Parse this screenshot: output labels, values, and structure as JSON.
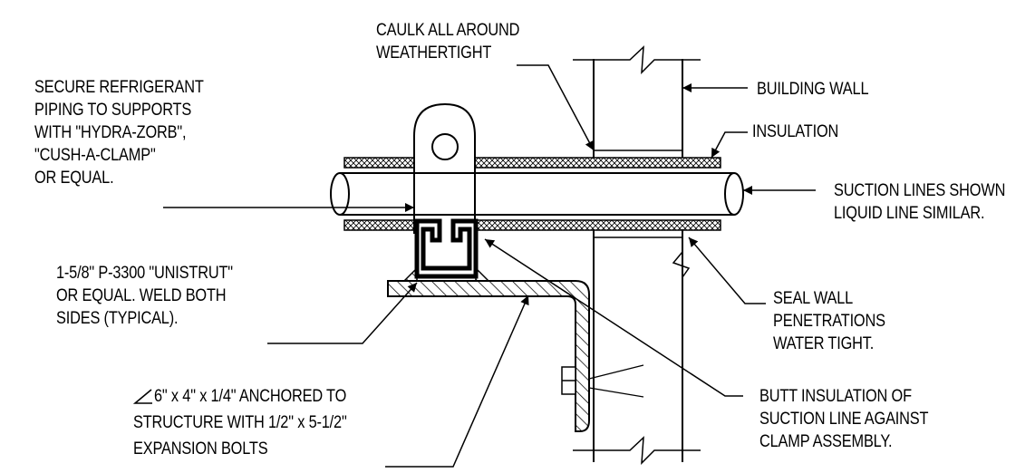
{
  "diagram": {
    "labels": {
      "caulk": [
        "CAULK ALL AROUND",
        "WEATHERTIGHT"
      ],
      "building_wall": [
        "BUILDING WALL"
      ],
      "insulation": [
        "INSULATION"
      ],
      "secure_piping": [
        "SECURE REFRIGERANT",
        "PIPING TO SUPPORTS",
        "WITH \"HYDRA-ZORB\",",
        "\"CUSH-A-CLAMP\"",
        "OR EQUAL."
      ],
      "suction_lines": [
        "SUCTION LINES SHOWN",
        "LIQUID LINE SIMILAR."
      ],
      "unistrut": [
        "1-5/8\" P-3300 \"UNISTRUT\"",
        "OR EQUAL. WELD BOTH",
        "SIDES (TYPICAL)."
      ],
      "seal_wall": [
        "SEAL WALL",
        "PENETRATIONS",
        "WATER TIGHT."
      ],
      "angle": [
        "6\" x 4\" x 1/4\" ANCHORED TO",
        "STRUCTURE WITH 1/2\" x 5-1/2\"",
        "EXPANSION BOLTS"
      ],
      "butt_insulation": [
        "BUTT INSULATION OF",
        "SUCTION LINE AGAINST",
        "CLAMP ASSEMBLY."
      ]
    },
    "angle_symbol": "angle-symbol"
  }
}
